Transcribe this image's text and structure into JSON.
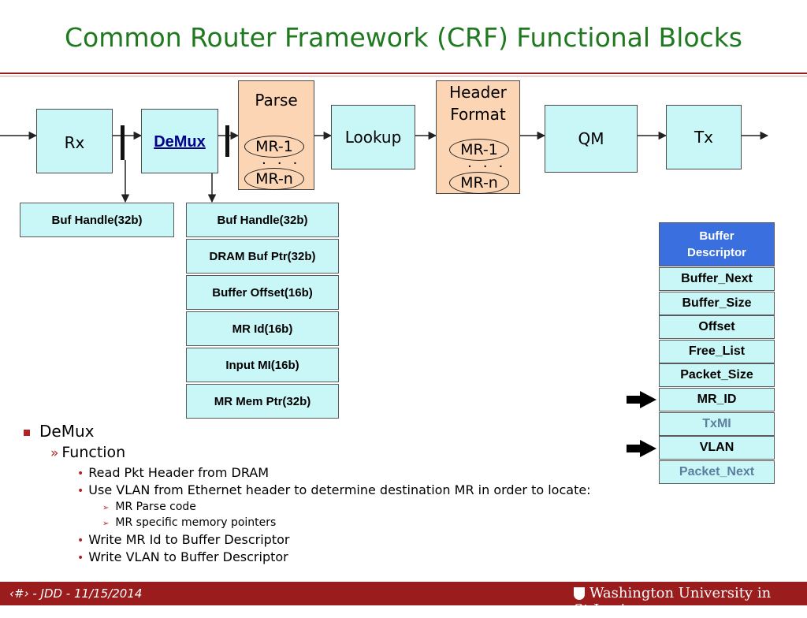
{
  "title": "Common Router Framework (CRF) Functional Blocks",
  "colors": {
    "title": "#1f7a1f",
    "block_fill": "#c9f7f7",
    "mr_block_fill": "#fcd5b4",
    "descriptor_header": "#3a6fe0",
    "accent": "#9b1c1c",
    "muted_text": "#5e7ea0"
  },
  "pipeline": {
    "rx": "Rx",
    "demux": "DeMux",
    "parse": {
      "label": "Parse",
      "mr_first": "MR-1",
      "mr_last": "MR-n",
      "ellipsis": ". . ."
    },
    "lookup": "Lookup",
    "header_format": {
      "label_line1": "Header",
      "label_line2": "Format",
      "mr_first": "MR-1",
      "mr_last": "MR-n",
      "ellipsis": ". . ."
    },
    "qm": "QM",
    "tx": "Tx"
  },
  "rx_buffer": "Buf Handle(32b)",
  "demux_fields": [
    "Buf Handle(32b)",
    "DRAM Buf Ptr(32b)",
    "Buffer Offset(16b)",
    "MR Id(16b)",
    "Input MI(16b)",
    "MR Mem Ptr(32b)"
  ],
  "buffer_descriptor": {
    "header_line1": "Buffer",
    "header_line2": "Descriptor",
    "fields": [
      {
        "label": "Buffer_Next",
        "muted": false,
        "arrow": false
      },
      {
        "label": "Buffer_Size",
        "muted": false,
        "arrow": false
      },
      {
        "label": "Offset",
        "muted": false,
        "arrow": false
      },
      {
        "label": "Free_List",
        "muted": false,
        "arrow": false
      },
      {
        "label": "Packet_Size",
        "muted": false,
        "arrow": false
      },
      {
        "label": "MR_ID",
        "muted": false,
        "arrow": true
      },
      {
        "label": "TxMI",
        "muted": true,
        "arrow": false
      },
      {
        "label": "VLAN",
        "muted": false,
        "arrow": true
      },
      {
        "label": "Packet_Next",
        "muted": true,
        "arrow": false
      }
    ]
  },
  "bullets": {
    "level1": "DeMux",
    "level2": "Function",
    "items": [
      "Read Pkt Header from DRAM",
      "Use VLAN from Ethernet header to determine destination MR in order to locate:",
      "Write MR Id to Buffer Descriptor",
      "Write VLAN to Buffer Descriptor"
    ],
    "subitems": [
      "MR Parse code",
      "MR specific memory pointers"
    ]
  },
  "footer": {
    "left": "‹#› - JDD - 11/15/2014",
    "right": "Washington University in St.Louis"
  }
}
